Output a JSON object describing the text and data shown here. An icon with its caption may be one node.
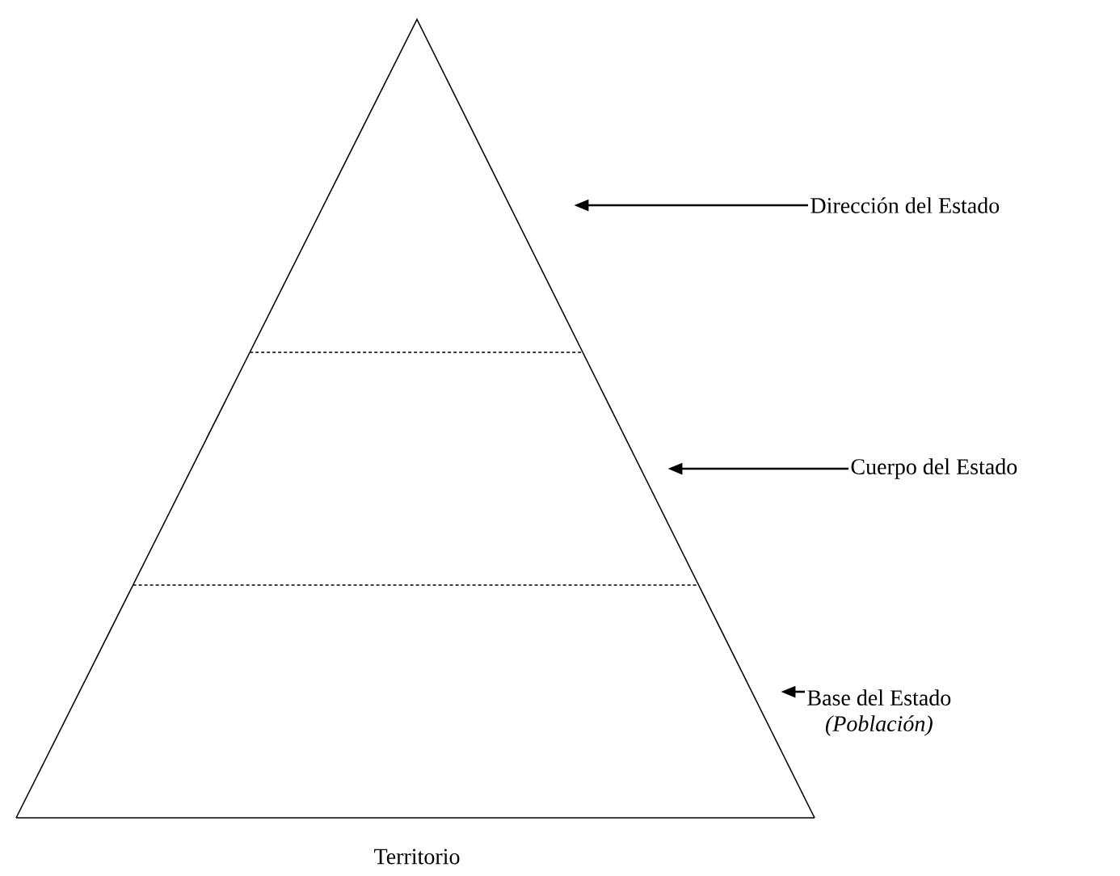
{
  "diagram": {
    "nodes": [
      {
        "text": [
          "Dirección del Estado"
        ]
      },
      {
        "text": [
          "Cuerpo del Estado"
        ]
      },
      {
        "text": [
          "Base del Estado",
          "(Población)"
        ]
      },
      {
        "text": [],
        "shape": "triangle"
      },
      {
        "text": [],
        "shape": "trapezoid"
      },
      {
        "text": [],
        "shape": "trapezoid"
      }
    ],
    "edges": [
      {
        "from": 0,
        "to": 3,
        "arrow": "to"
      },
      {
        "from": 1,
        "to": 4,
        "arrow": "to"
      },
      {
        "from": 2,
        "to": 5,
        "arrow": "to"
      }
    ],
    "labels": [
      "Territorio"
    ]
  }
}
